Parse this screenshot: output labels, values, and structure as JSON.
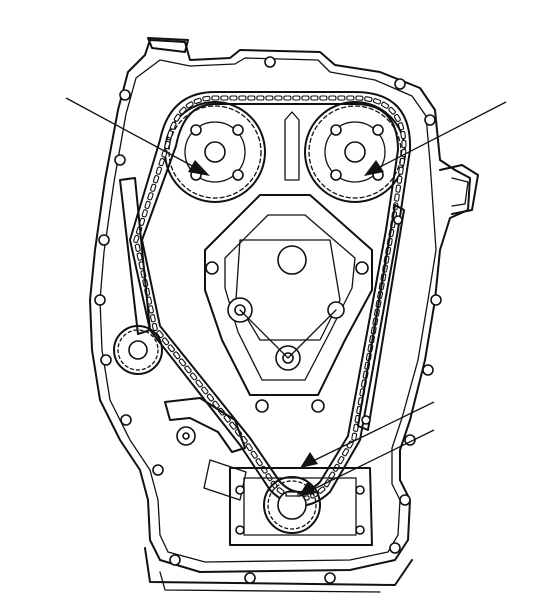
{
  "figure": {
    "kind": "timing chain component illustration",
    "style": "black line art on white",
    "background_color": "#ffffff",
    "line_color": "#111111",
    "components": [
      "intake-camshaft-sprocket",
      "exhaust-camshaft-sprocket",
      "timing-chain",
      "chain-tensioner",
      "chain-guide",
      "idler-sprocket",
      "crankshaft-sprocket",
      "oil-pump-housing",
      "engine-front-cover"
    ],
    "callouts": [
      {
        "name": "left-cam-sprocket-callout",
        "label": ""
      },
      {
        "name": "right-cam-sprocket-callout",
        "label": ""
      },
      {
        "name": "crank-upper-callout",
        "label": ""
      },
      {
        "name": "crank-lower-callout",
        "label": ""
      }
    ]
  }
}
